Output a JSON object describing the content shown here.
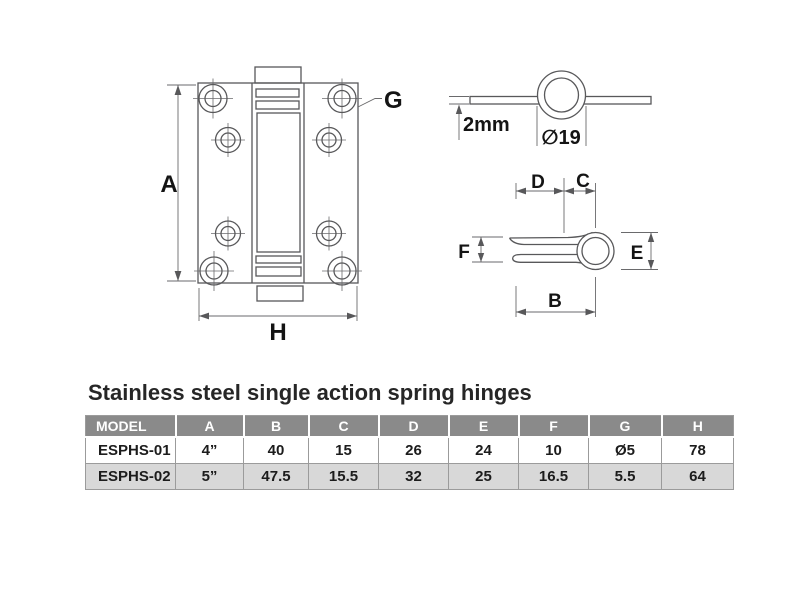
{
  "title": "Stainless steel single action spring hinges",
  "diagram": {
    "front_view": {
      "label_a": "A",
      "label_h": "H",
      "label_g": "G"
    },
    "knuckle_view": {
      "thickness_label": "2mm",
      "diameter_label": "∅19"
    },
    "profile_view": {
      "label_d": "D",
      "label_c": "C",
      "label_f": "F",
      "label_e": "E",
      "label_b": "B"
    }
  },
  "table": {
    "headers": [
      "MODEL",
      "A",
      "B",
      "C",
      "D",
      "E",
      "F",
      "G",
      "H"
    ],
    "rows": [
      [
        "ESPHS-01",
        "4”",
        "40",
        "15",
        "26",
        "24",
        "10",
        "Ø5",
        "78"
      ],
      [
        "ESPHS-02",
        "5”",
        "47.5",
        "15.5",
        "32",
        "25",
        "16.5",
        "5.5",
        "64"
      ]
    ]
  },
  "colors": {
    "table_header_bg": "#8a8a8a",
    "table_alt_row_bg": "#d8d8d8",
    "drawing_line": "#58585a",
    "label_text": "#141414"
  }
}
